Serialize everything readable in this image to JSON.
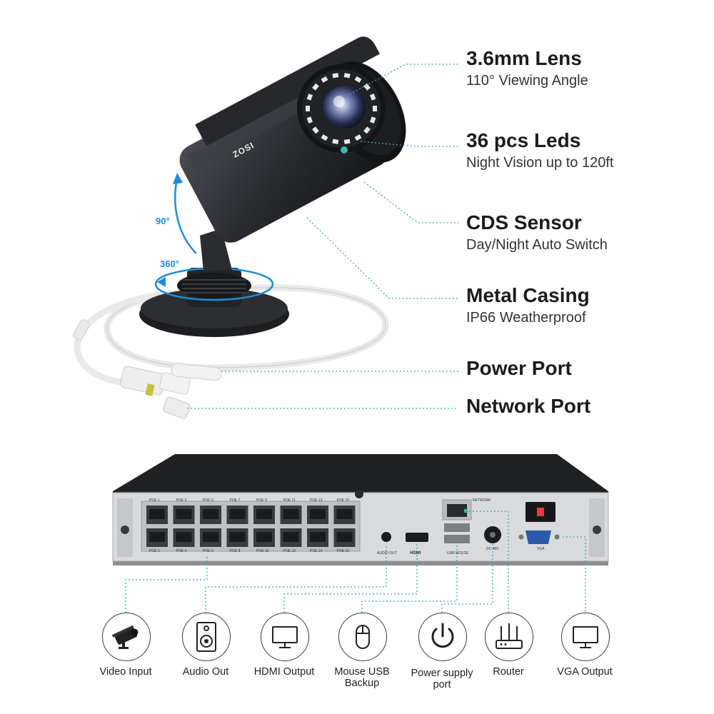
{
  "features": [
    {
      "title": "3.6mm Lens",
      "subtitle": "110° Viewing Angle"
    },
    {
      "title": "36 pcs Leds",
      "subtitle": "Night Vision up to 120ft"
    },
    {
      "title": "CDS Sensor",
      "subtitle": "Day/Night Auto Switch"
    },
    {
      "title": "Metal Casing",
      "subtitle": "IP66 Weatherproof"
    },
    {
      "title": "Power Port",
      "subtitle": ""
    },
    {
      "title": "Network Port",
      "subtitle": ""
    }
  ],
  "camera": {
    "brand": "ZOSI",
    "tilt_angle": "90°",
    "pan_angle": "360°"
  },
  "nvr": {
    "poe_top": [
      "POE 1",
      "POE 3",
      "POE 5",
      "POE 7",
      "POE 9",
      "POE 11",
      "POE 13",
      "POE 15"
    ],
    "poe_bottom": [
      "POE 2",
      "POE 4",
      "POE 6",
      "POE 8",
      "POE 10",
      "POE 12",
      "POE 14",
      "POE 16"
    ],
    "audio_out": "AUDIO OUT",
    "hdmi": "HDMI",
    "network": "NETWORK",
    "usb": "USB MOUSE",
    "dc": "DC 48V",
    "vga": "VGA"
  },
  "ports": [
    {
      "id": "video-input",
      "icon": "camera-icon",
      "lines": [
        "Video Input"
      ]
    },
    {
      "id": "audio-out",
      "icon": "speaker-icon",
      "lines": [
        "Audio Out"
      ]
    },
    {
      "id": "hdmi-output",
      "icon": "monitor-icon",
      "lines": [
        "HDMI Output"
      ]
    },
    {
      "id": "mouse-usb-backup",
      "icon": "mouse-icon",
      "lines": [
        "Mouse USB",
        "Backup"
      ]
    },
    {
      "id": "power-supply-port",
      "icon": "power-icon",
      "lines": [
        "Power supply",
        "port"
      ]
    },
    {
      "id": "router",
      "icon": "router-icon",
      "lines": [
        "Router"
      ]
    },
    {
      "id": "vga-output",
      "icon": "monitor-icon",
      "lines": [
        "VGA Output"
      ]
    }
  ],
  "colors": {
    "accent": "#1e8dd6",
    "leader": "#3aa7b5",
    "camera_body": "#2b2d31",
    "nvr_top": "#1f2022",
    "nvr_panel": "#d9dadc"
  }
}
